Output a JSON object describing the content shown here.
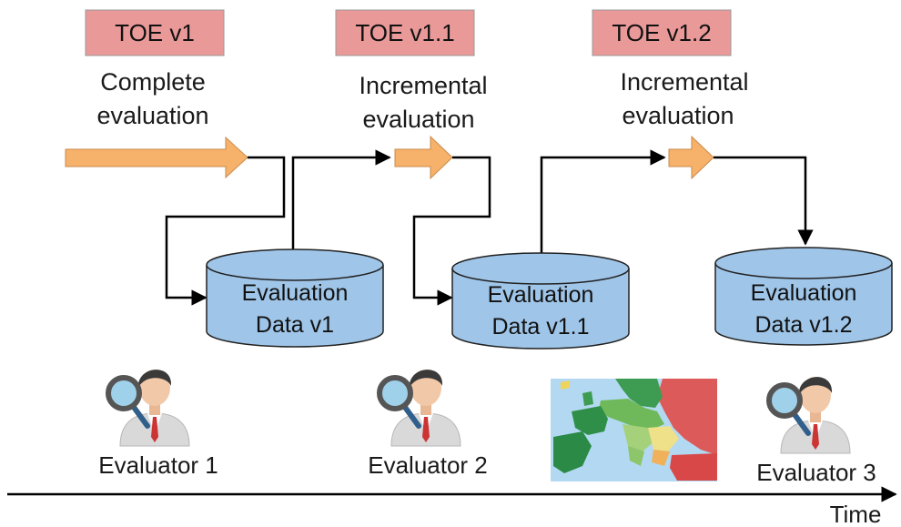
{
  "versions": [
    {
      "toe": "TOE v1",
      "evaluation": [
        "Complete",
        "evaluation"
      ],
      "db": [
        "Evaluation",
        "Data v1"
      ],
      "evaluator": "Evaluator 1"
    },
    {
      "toe": "TOE v1.1",
      "evaluation": [
        "Incremental",
        "evaluation"
      ],
      "db": [
        "Evaluation",
        "Data v1.1"
      ],
      "evaluator": "Evaluator 2"
    },
    {
      "toe": "TOE v1.2",
      "evaluation": [
        "Incremental",
        "evaluation"
      ],
      "db": [
        "Evaluation",
        "Data v1.2"
      ],
      "evaluator": "Evaluator 3"
    }
  ],
  "timeline": {
    "label": "Time"
  },
  "colors": {
    "toe_fill": "#ea9999",
    "arrow_fill": "#f6b26b",
    "db_fill": "#9fc5e8",
    "map_sea": "#b3d9f2",
    "icon_skin": "#f1c8a8",
    "icon_hair": "#3a3a3a",
    "icon_lens": "#9fd1ea"
  },
  "icons": [
    "evaluator-icon",
    "magnifier-icon",
    "europe-map"
  ]
}
